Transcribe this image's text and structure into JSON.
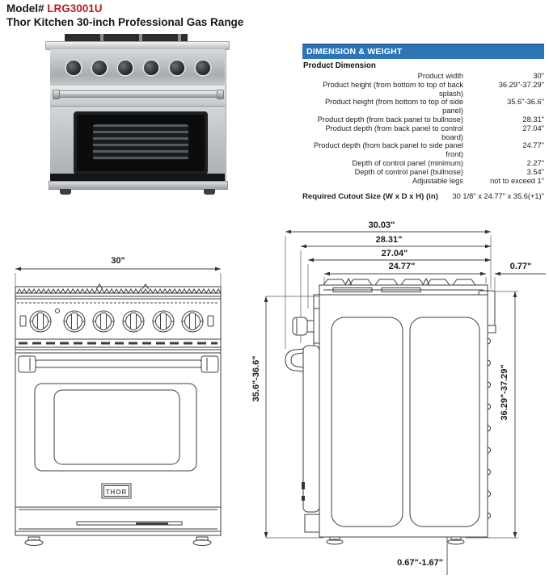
{
  "header": {
    "model_label": "Model#",
    "model_number": "LRG3001U",
    "product_title": "Thor Kitchen 30-inch Professional Gas Range"
  },
  "colors": {
    "model_number_red": "#b22025",
    "table_header_blue": "#2e75b5",
    "table_header_text": "#ffffff",
    "drawing_line": "#3d3d3d"
  },
  "spec_table": {
    "title": "DIMENSION & WEIGHT",
    "section": "Product Dimension",
    "rows": [
      {
        "label": "Product width",
        "value": "30\""
      },
      {
        "label": "Product height (from bottom to top of back splash)",
        "value": "36.29\"-37.29\""
      },
      {
        "label": "Product height (from bottom to top of side panel)",
        "value": "35.6\"-36.6\""
      },
      {
        "label": "Product depth (from back panel to bullnose)",
        "value": "28.31\""
      },
      {
        "label": "Product depth (from back panel to control board)",
        "value": "27.04\""
      },
      {
        "label": "Product depth (from back panel to side panel front)",
        "value": "24.77\""
      },
      {
        "label": "Depth of control panel (minimum)",
        "value": "2.27\""
      },
      {
        "label": "Depth of control panel (bullnose)",
        "value": "3.54\""
      },
      {
        "label": "Adjustable legs",
        "value": "not to exceed 1\""
      }
    ],
    "cutout_label": "Required Cutout Size (W x D x H) (in)",
    "cutout_value": "30 1/8\" x 24.77\" x 35.6(+1)\""
  },
  "front_view": {
    "width_dim": "30\"",
    "brand": "THOR"
  },
  "side_view": {
    "overall_depth": "30.03\"",
    "depth_to_bullnose": "28.31\"",
    "depth_to_control_board": "27.04\"",
    "depth_to_side_panel_front": "24.77\"",
    "back_splash_depth": "0.77\"",
    "height_side_panel": "35.6\"-36.6\"",
    "height_back_splash": "36.29\"-37.29\"",
    "leg_height": "0.67\"-1.67\""
  }
}
